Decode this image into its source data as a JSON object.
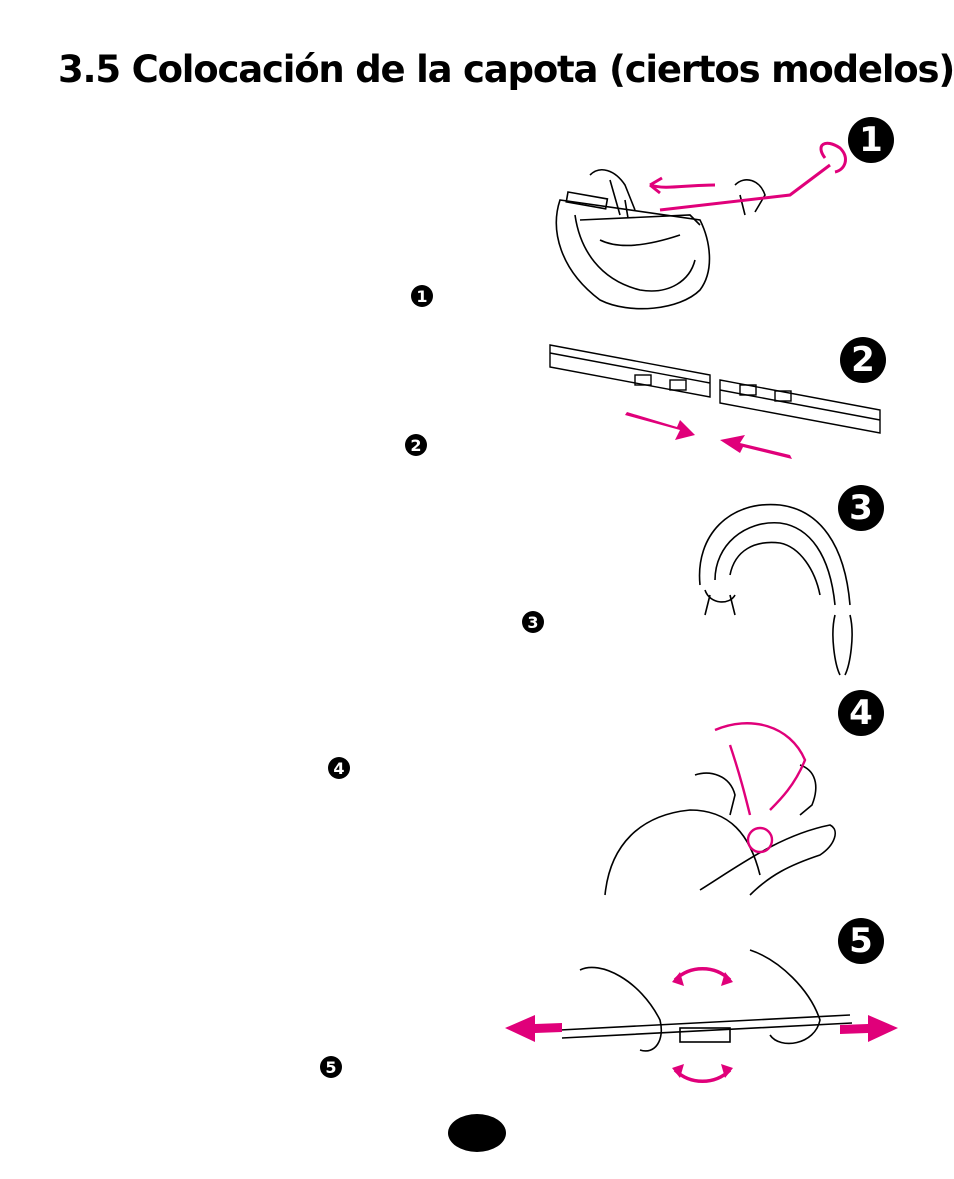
{
  "title": "3.5 Colocación de la capota (ciertos modelos)",
  "steps": [
    {
      "num": "1",
      "ref": "1"
    },
    {
      "num": "2",
      "ref": "2"
    },
    {
      "num": "3",
      "ref": "3"
    },
    {
      "num": "4",
      "ref": "4"
    },
    {
      "num": "5",
      "ref": "5"
    }
  ],
  "colors": {
    "accent": "#e0007a",
    "ink": "#000000"
  }
}
